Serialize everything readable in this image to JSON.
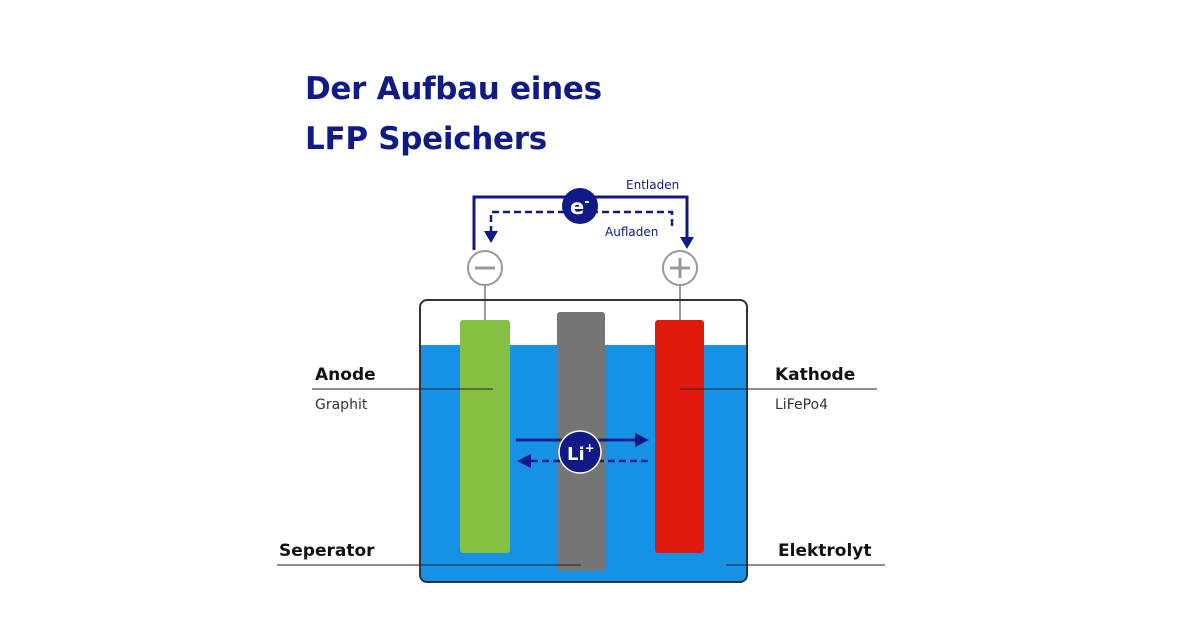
{
  "title": {
    "line1": "Der Aufbau eines",
    "line2": "LFP Speichers"
  },
  "flow": {
    "discharge": "Entladen",
    "charge": "Aufladen"
  },
  "electron": {
    "symbol": "e",
    "charge": "-"
  },
  "ion": {
    "symbol": "Li",
    "charge": "+"
  },
  "anode": {
    "label": "Anode",
    "material": "Graphit"
  },
  "cathode": {
    "label": "Kathode",
    "material": "LiFePo4"
  },
  "separator": {
    "label": "Seperator"
  },
  "electrolyte": {
    "label": "Elektrolyt"
  },
  "colors": {
    "navy": "#0f1a86",
    "electrolyte": "#1592e6",
    "anode": "#86c043",
    "separator": "#757575",
    "cathode": "#e01b0d",
    "terminal": "#999999"
  }
}
